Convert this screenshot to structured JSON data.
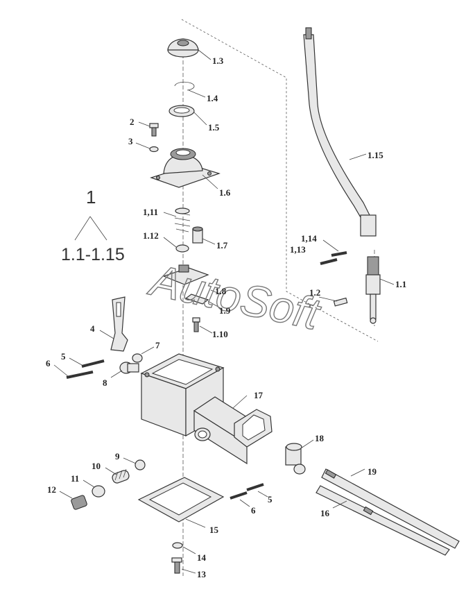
{
  "diagram": {
    "group_label": "1",
    "group_range": "1.1-1.15",
    "watermark": "AutoSoft",
    "labels": [
      {
        "id": "l-1-3",
        "text": "1.3"
      },
      {
        "id": "l-1-4",
        "text": "1.4"
      },
      {
        "id": "l-1-5",
        "text": "1.5"
      },
      {
        "id": "l-2",
        "text": "2"
      },
      {
        "id": "l-3",
        "text": "3"
      },
      {
        "id": "l-1-6",
        "text": "1.6"
      },
      {
        "id": "l-1-15",
        "text": "1.15"
      },
      {
        "id": "l-1-11",
        "text": "1,11"
      },
      {
        "id": "l-1-12",
        "text": "1.12"
      },
      {
        "id": "l-1-7",
        "text": "1.7"
      },
      {
        "id": "l-1-14",
        "text": "1,14"
      },
      {
        "id": "l-1-13",
        "text": "1,13"
      },
      {
        "id": "l-1-8",
        "text": "1.8"
      },
      {
        "id": "l-1-9",
        "text": "1.9"
      },
      {
        "id": "l-1-2",
        "text": "1.2"
      },
      {
        "id": "l-1-1",
        "text": "1.1"
      },
      {
        "id": "l-1-10",
        "text": "1.10"
      },
      {
        "id": "l-4",
        "text": "4"
      },
      {
        "id": "l-5a",
        "text": "5"
      },
      {
        "id": "l-6a",
        "text": "6"
      },
      {
        "id": "l-7",
        "text": "7"
      },
      {
        "id": "l-8",
        "text": "8"
      },
      {
        "id": "l-17",
        "text": "17"
      },
      {
        "id": "l-18",
        "text": "18"
      },
      {
        "id": "l-9",
        "text": "9"
      },
      {
        "id": "l-10",
        "text": "10"
      },
      {
        "id": "l-11",
        "text": "11"
      },
      {
        "id": "l-12",
        "text": "12"
      },
      {
        "id": "l-5b",
        "text": "5"
      },
      {
        "id": "l-6b",
        "text": "6"
      },
      {
        "id": "l-19",
        "text": "19"
      },
      {
        "id": "l-16",
        "text": "16"
      },
      {
        "id": "l-15",
        "text": "15"
      },
      {
        "id": "l-14",
        "text": "14"
      },
      {
        "id": "l-13",
        "text": "13"
      }
    ]
  }
}
